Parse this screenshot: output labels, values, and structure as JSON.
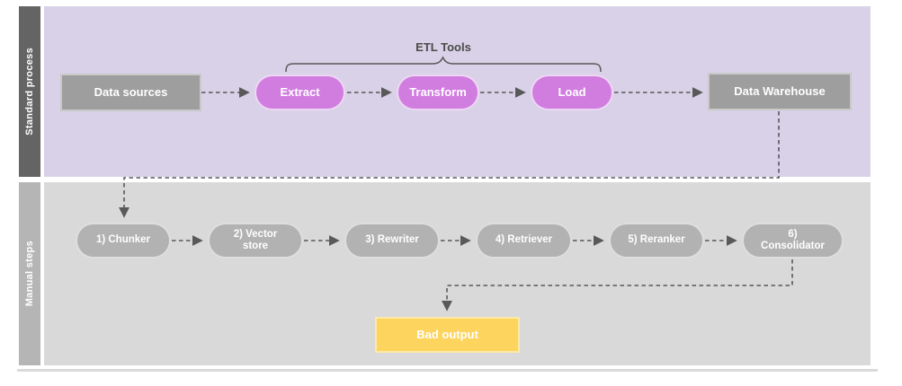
{
  "lanes": [
    {
      "label": "Standard process"
    },
    {
      "label": "Manual steps"
    }
  ],
  "standard_process": {
    "group_label": "ETL Tools",
    "nodes": [
      {
        "label": "Data sources",
        "shape": "rect"
      },
      {
        "label": "Extract",
        "shape": "pill"
      },
      {
        "label": "Transform",
        "shape": "pill"
      },
      {
        "label": "Load",
        "shape": "pill"
      },
      {
        "label": "Data Warehouse",
        "shape": "rect"
      }
    ]
  },
  "manual_steps": {
    "nodes": [
      {
        "label": "1) Chunker"
      },
      {
        "label": "2) Vector store"
      },
      {
        "label": "3) Rewriter"
      },
      {
        "label": "4) Retriever"
      },
      {
        "label": "5) Reranker"
      },
      {
        "label": "6) Consolidator"
      }
    ],
    "output": {
      "label": "Bad output"
    }
  },
  "colors": {
    "lane_standard_bg": "#d8d1e7",
    "lane_manual_bg": "#d9d9d9",
    "sidebar_standard_bg": "#646464",
    "sidebar_manual_bg": "#b5b5b5",
    "gray_node_fill": "#9e9e9e",
    "gray_node_border": "#c9c9c9",
    "etl_pill_fill": "#d17de0",
    "etl_pill_border": "#eed7f4",
    "manual_pill_fill": "#b2b2b2",
    "manual_pill_border": "#dedede",
    "bad_output_fill": "#fcd45e",
    "bad_output_border": "#fde9a9",
    "connector": "#595959",
    "group_label_text": "#4a4a4a",
    "node_text": "#ffffff"
  }
}
